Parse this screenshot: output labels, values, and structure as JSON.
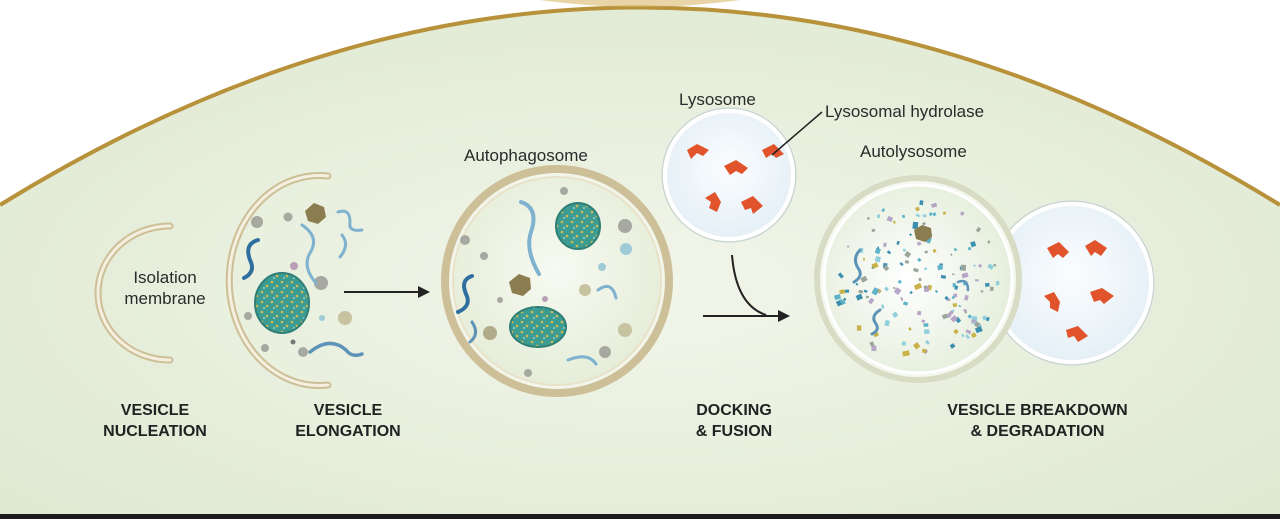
{
  "labels": {
    "isolation_membrane": [
      "Isolation",
      "membrane"
    ],
    "autophagosome": "Autophagosome",
    "lysosome": "Lysosome",
    "lysosomal_hydrolase": "Lysosomal hydrolase",
    "autolysosome": "Autolysosome"
  },
  "stages": [
    {
      "line1": "VESICLE",
      "line2": "NUCLEATION"
    },
    {
      "line1": "VESICLE",
      "line2": "ELONGATION"
    },
    {
      "line1": "DOCKING",
      "line2": "& FUSION"
    },
    {
      "line1": "VESICLE BREAKDOWN",
      "line2": "& DEGRADATION"
    }
  ],
  "colors": {
    "cell_fill": "#e6eedb",
    "cell_edge": "#b8923a",
    "membrane": "#cdbf97",
    "vesicle_fill": "#f1f5ea",
    "lysosome_fill": "#f3f7fa",
    "hydrolase": "#e0532b",
    "mito_fill": "#3c9c92",
    "mito_dots": "#c9b24a",
    "strand": "#5e93b8",
    "particle": "#a7a89f",
    "arrow": "#222222"
  }
}
